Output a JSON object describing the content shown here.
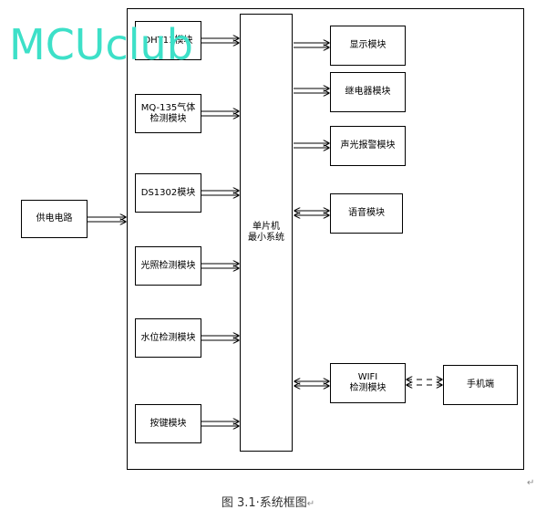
{
  "watermark": "MCUclub",
  "power": "供电电路",
  "mcu": "单片机\n最小系统",
  "inputs": [
    {
      "id": "dht",
      "label": "DHT11模块"
    },
    {
      "id": "mq135",
      "label": "MQ-135气体\n检测模块"
    },
    {
      "id": "ds1302",
      "label": "DS1302模块"
    },
    {
      "id": "light",
      "label": "光照检测模块"
    },
    {
      "id": "water",
      "label": "水位检测模块"
    },
    {
      "id": "key",
      "label": "按键模块"
    }
  ],
  "outputs": [
    {
      "id": "display",
      "label": "显示模块"
    },
    {
      "id": "relay",
      "label": "继电器模块"
    },
    {
      "id": "alarm",
      "label": "声光报警模块"
    },
    {
      "id": "voice",
      "label": "语音模块"
    },
    {
      "id": "wifi",
      "label": "WIFI\n检测模块"
    }
  ],
  "phone": "手机端",
  "caption": "图 3.1·系统框图",
  "caption_mark": "↵",
  "side_mark": "↵"
}
